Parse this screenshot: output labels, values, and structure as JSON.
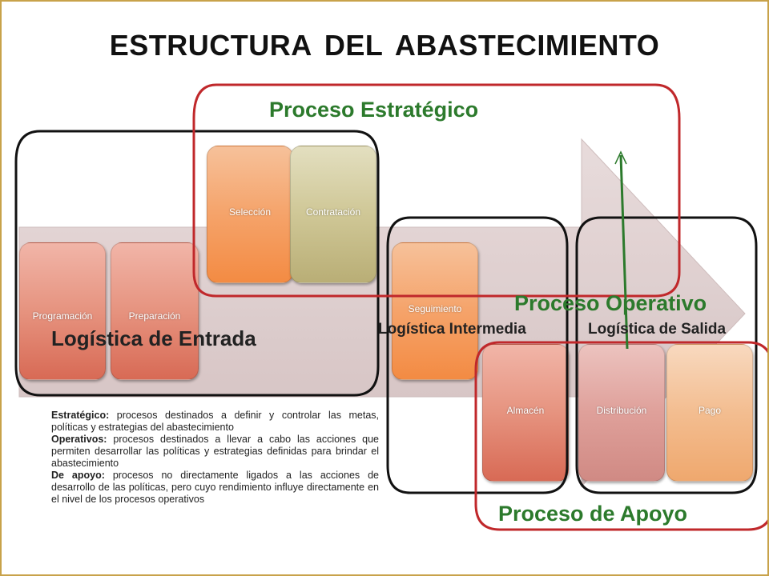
{
  "title": "ESTRUCTURA DEL ABASTECIMIENTO",
  "boxes": {
    "programacion": "Programación",
    "preparacion": "Preparación",
    "seleccion": "Selección",
    "contratacion": "Contratación",
    "seguimiento": "Seguimiento",
    "almacen": "Almacén",
    "distribucion": "Distribución",
    "pago": "Pago"
  },
  "labels": {
    "proceso_estrategico": "Proceso Estratégico",
    "proceso_operativo": "Proceso Operativo",
    "proceso_apoyo": "Proceso de Apoyo",
    "logistica_entrada": "Logística de Entrada",
    "logistica_intermedia": "Logística Intermedia",
    "logistica_salida": "Logística de Salida"
  },
  "descriptions": [
    {
      "term": "Estratégico:",
      "text": " procesos destinados a definir y controlar las metas, políticas y estrategias del abastecimiento"
    },
    {
      "term": "Operativos:",
      "text": " procesos destinados a llevar a cabo las acciones que permiten desarrollar las políticas y estrategias definidas para brindar el abastecimiento"
    },
    {
      "term": "De apoyo:",
      "text": " procesos no directamente ligados a las acciones de desarrollo de las políticas, pero cuyo rendimiento influye directamente en el nivel de los procesos operativos"
    }
  ],
  "colors": {
    "green_label": "#2c7a2c",
    "red_outline": "#c0282b",
    "black_outline": "#111111",
    "arrow_fill": "#d9c6c6",
    "frame": "#c8a24a"
  }
}
